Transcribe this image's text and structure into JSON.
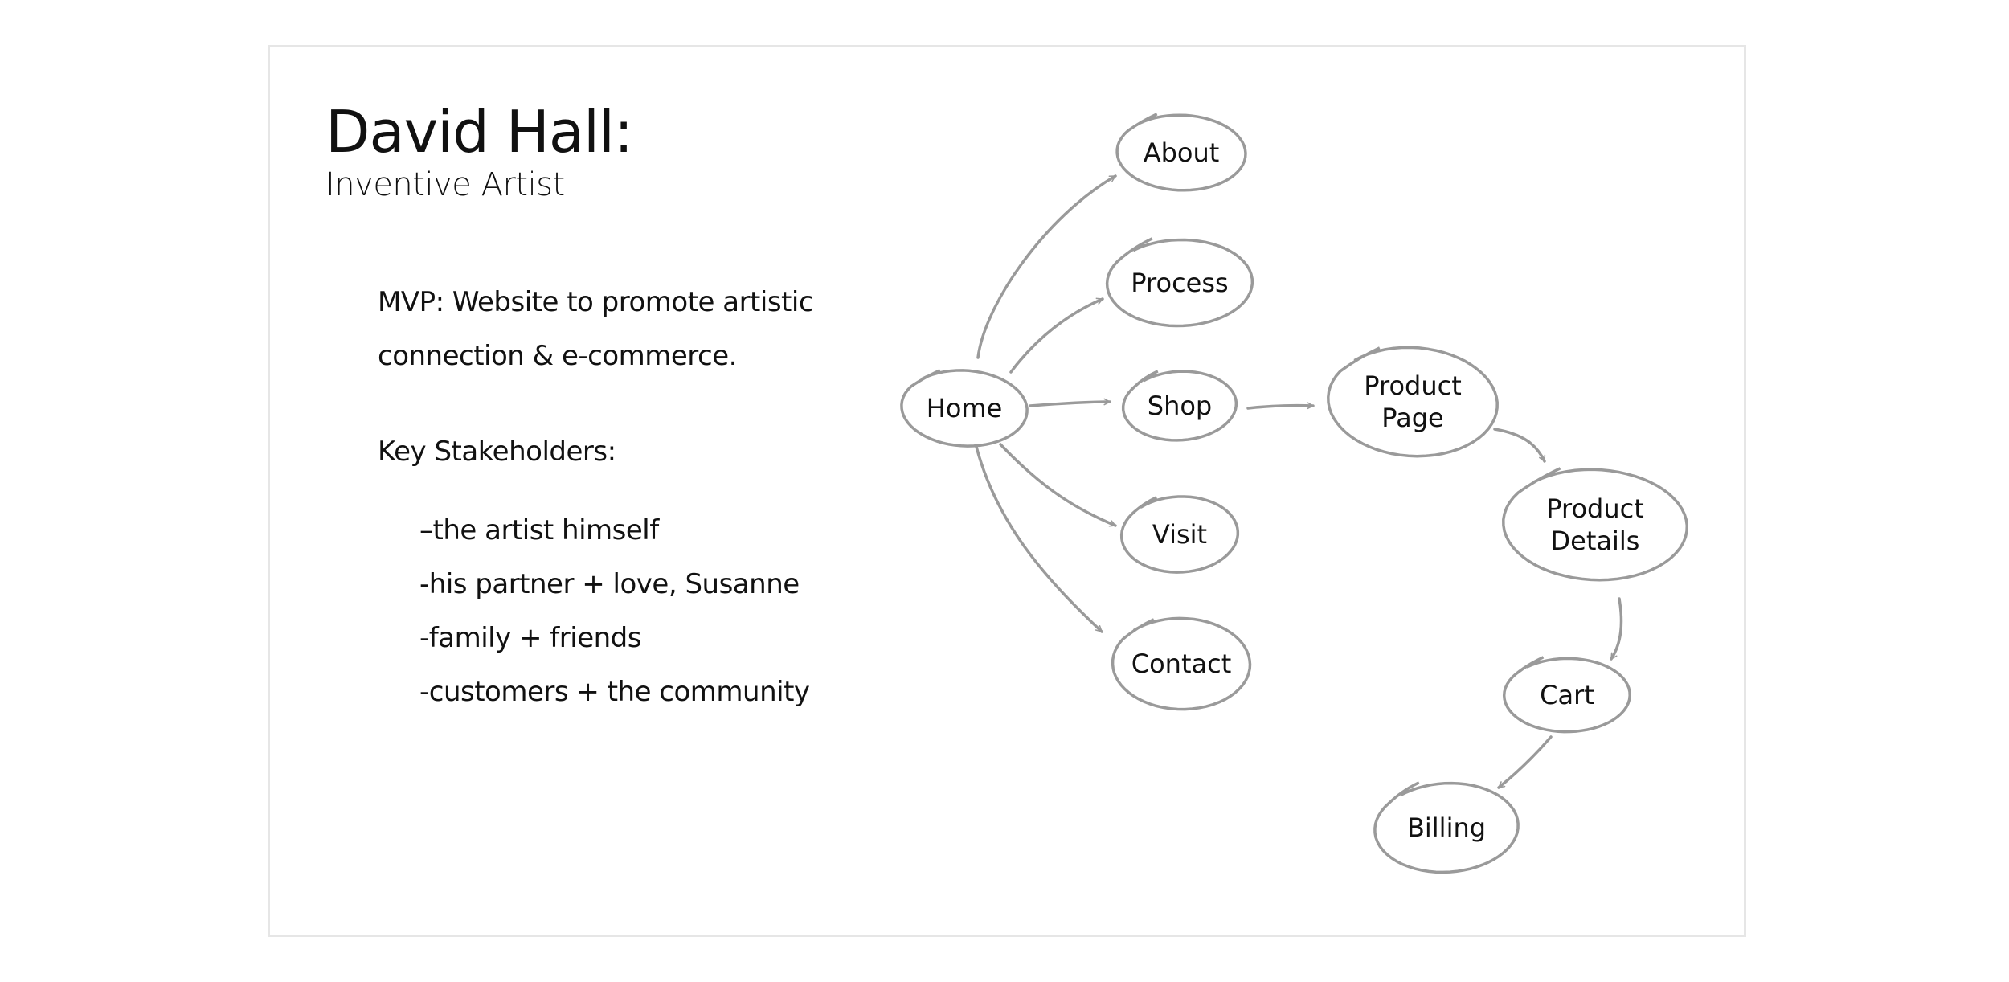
{
  "slide": {
    "title": "David Hall:",
    "subtitle": "Inventive Artist",
    "mvp_label": "MVP:",
    "mvp_text": " Website to promote artistic connection & e-commerce.",
    "stakeholders_label": "Key Stakeholders:",
    "stakeholders": [
      "–the artist himself",
      "-his partner + love, Susanne",
      "-family + friends",
      "-customers + the community"
    ]
  },
  "diagram": {
    "nodes": [
      {
        "id": "home",
        "lines": [
          "Home"
        ]
      },
      {
        "id": "about",
        "lines": [
          "About"
        ]
      },
      {
        "id": "process",
        "lines": [
          "Process"
        ]
      },
      {
        "id": "shop",
        "lines": [
          "Shop"
        ]
      },
      {
        "id": "visit",
        "lines": [
          "Visit"
        ]
      },
      {
        "id": "contact",
        "lines": [
          "Contact"
        ]
      },
      {
        "id": "product-page",
        "lines": [
          "Product",
          "Page"
        ]
      },
      {
        "id": "product-details",
        "lines": [
          "Product",
          "Details"
        ]
      },
      {
        "id": "cart",
        "lines": [
          "Cart"
        ]
      },
      {
        "id": "billing",
        "lines": [
          "Billing"
        ]
      }
    ],
    "edges": [
      {
        "from": "home",
        "to": "about"
      },
      {
        "from": "home",
        "to": "process"
      },
      {
        "from": "home",
        "to": "shop"
      },
      {
        "from": "home",
        "to": "visit"
      },
      {
        "from": "home",
        "to": "contact"
      },
      {
        "from": "shop",
        "to": "product-page"
      },
      {
        "from": "product-page",
        "to": "product-details"
      },
      {
        "from": "product-details",
        "to": "cart"
      },
      {
        "from": "cart",
        "to": "billing"
      }
    ],
    "stroke_color": "#9a9a9a"
  }
}
